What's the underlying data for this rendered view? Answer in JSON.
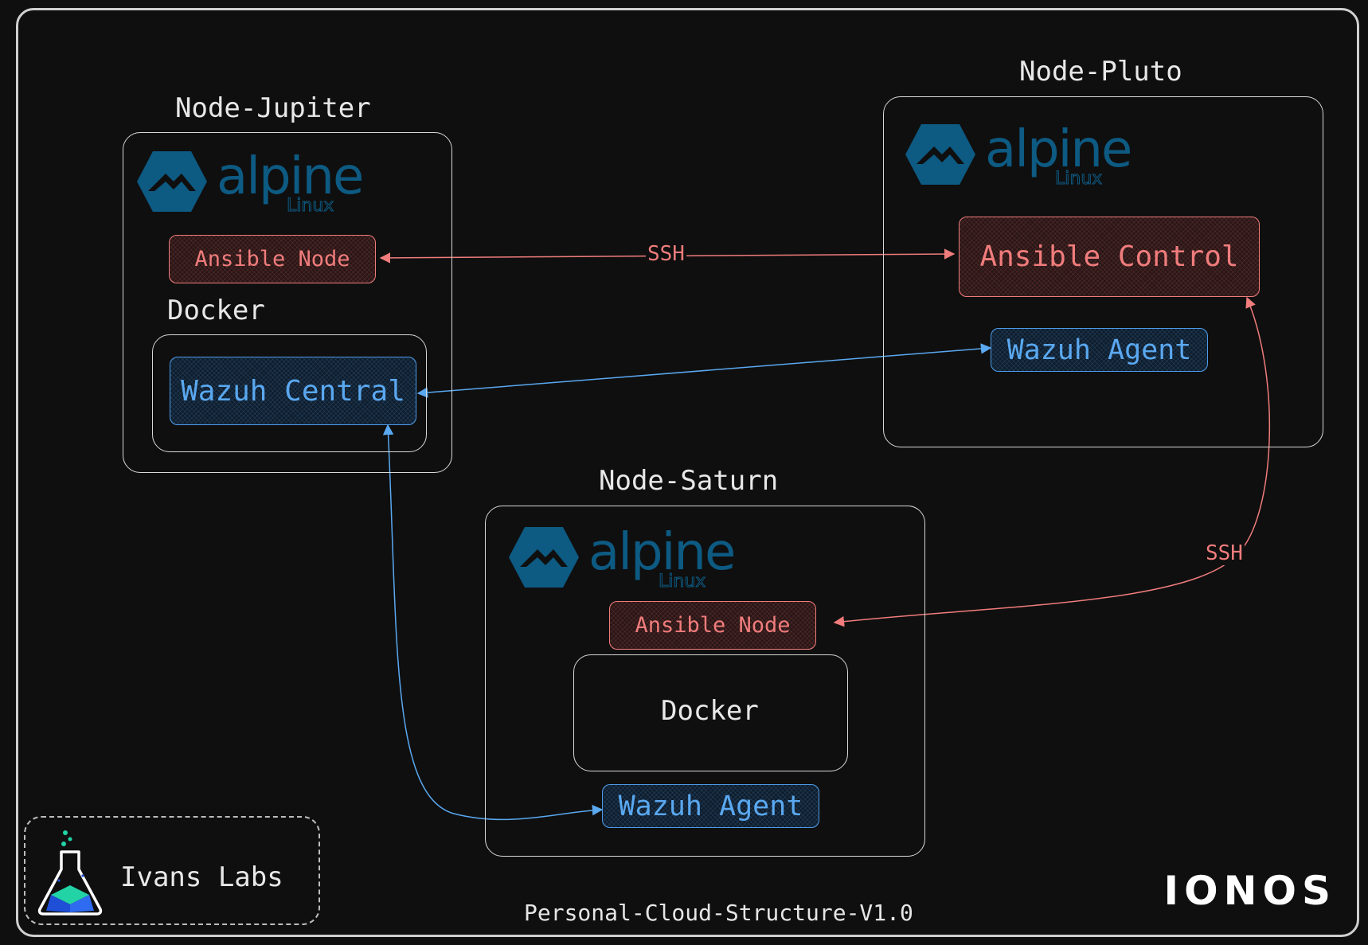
{
  "colors": {
    "background": "#0f0f0f",
    "ssh": "#f07c7c",
    "wazuh": "#5aa8f0",
    "alpine": "#0d5a82",
    "border": "#d8d8d8"
  },
  "nodes": {
    "jupiter": {
      "title": "Node-Jupiter",
      "ansible": "Ansible Node",
      "docker": "Docker",
      "wazuh": "Wazuh Central"
    },
    "pluto": {
      "title": "Node-Pluto",
      "ansible": "Ansible Control",
      "wazuh": "Wazuh Agent"
    },
    "saturn": {
      "title": "Node-Saturn",
      "ansible": "Ansible Node",
      "docker": "Docker",
      "wazuh": "Wazuh Agent"
    }
  },
  "logos": {
    "alpine_word": "alpine",
    "alpine_sub": "Linux",
    "alpine_icon": "alpine-mountain-hexagon-icon",
    "lab_icon": "flask-icon"
  },
  "connections": [
    {
      "label": "SSH",
      "from": "Ansible Node",
      "to": "Ansible Control"
    },
    {
      "label": "SSH",
      "from": "Ansible Control",
      "to": "Ansible Node"
    },
    {
      "label": "",
      "from": "Wazuh Central",
      "to": "Wazuh Agent"
    },
    {
      "label": "",
      "from": "Wazuh Central",
      "to": "Wazuh Agent"
    }
  ],
  "footer": {
    "lab_name": "Ivans Labs",
    "diagram_title": "Personal-Cloud-Structure-V1.0",
    "brand": "IONOS"
  }
}
